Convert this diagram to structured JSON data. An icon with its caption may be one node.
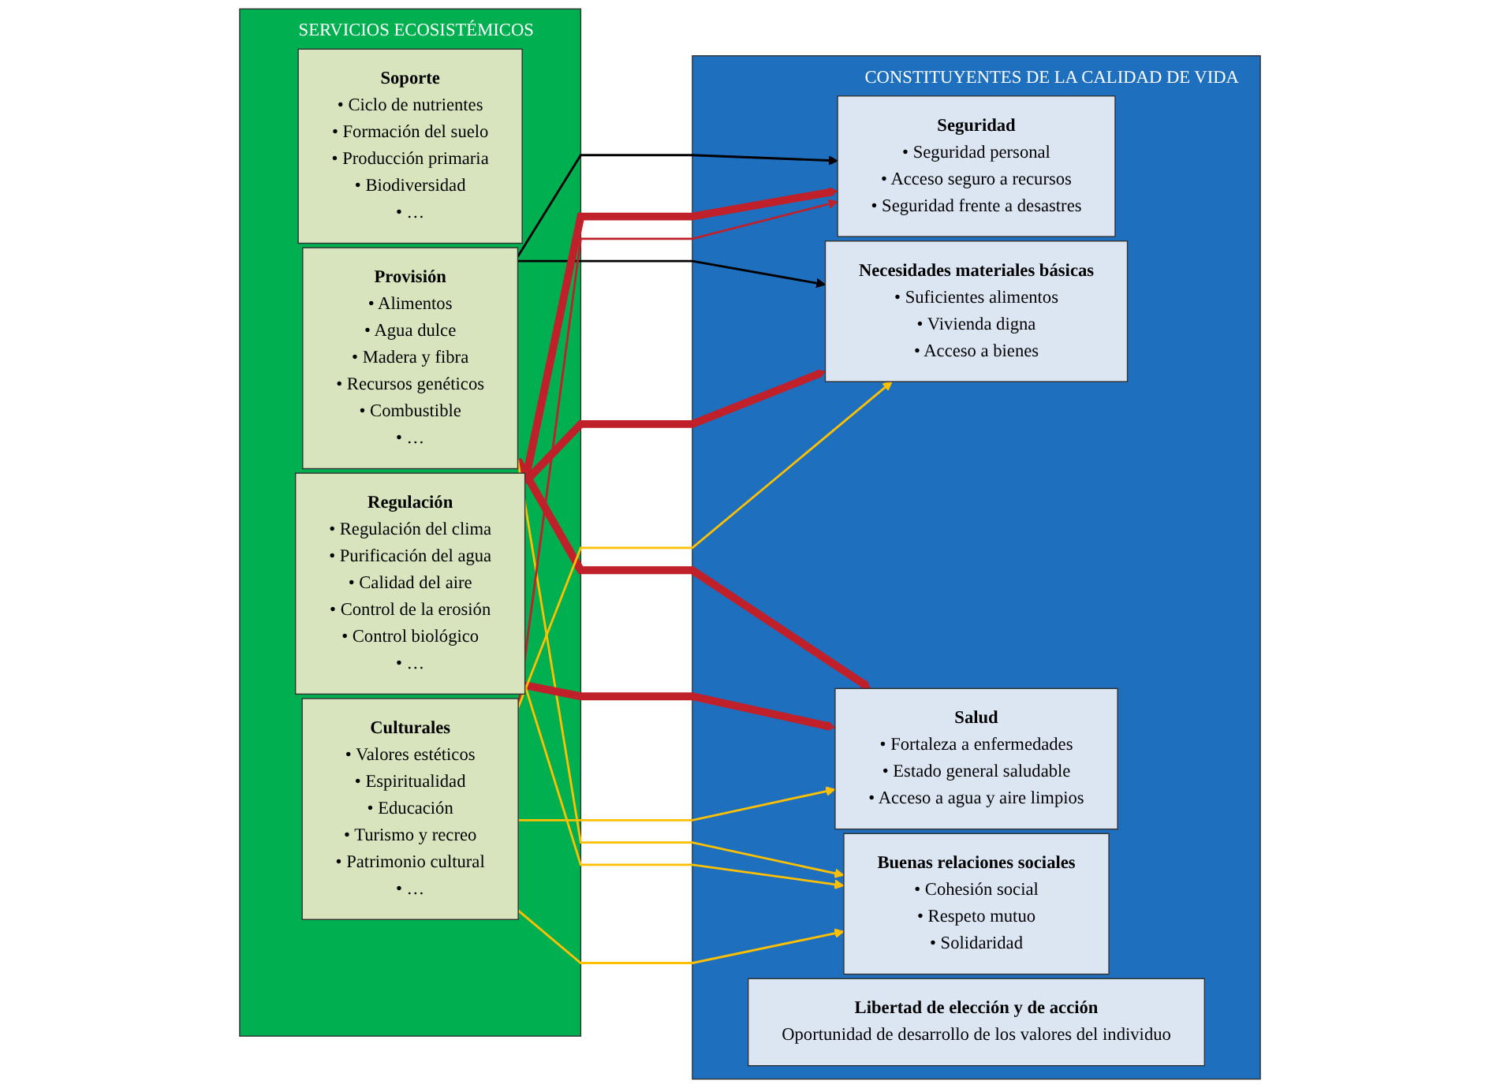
{
  "diagram": {
    "nodes": [
      {
        "text": [
          "SERVICIOS ECOSISTÉMICOS"
        ]
      },
      {
        "text": [
          "Soporte",
          "• Ciclo de nutrientes",
          "• Formación del suelo",
          "• Producción primaria",
          "• Biodiversidad",
          "• …"
        ],
        "in": 0
      },
      {
        "text": [
          "Provisión",
          "• Alimentos",
          "• Agua dulce",
          "• Madera y fibra",
          "• Recursos genéticos",
          "• Combustible",
          "• …"
        ],
        "in": 0
      },
      {
        "text": [
          "Regulación",
          "• Regulación del clima",
          "• Purificación del agua",
          "• Calidad del aire",
          "• Control de la erosión",
          "• Control biológico",
          "• …"
        ],
        "in": 0
      },
      {
        "text": [
          "Culturales",
          "• Valores estéticos",
          "• Espiritualidad",
          "• Educación",
          "• Turismo y recreo",
          "• Patrimonio cultural",
          "• …"
        ],
        "in": 0
      },
      {
        "text": [
          "CONSTITUYENTES DE LA CALIDAD DE VIDA"
        ]
      },
      {
        "text": [
          "Seguridad",
          "• Seguridad personal",
          "• Acceso seguro a recursos",
          "• Seguridad frente a desastres"
        ],
        "in": 5
      },
      {
        "text": [
          "Necesidades materiales básicas",
          "• Suficientes alimentos",
          "• Vivienda digna",
          "• Acceso a bienes"
        ],
        "in": 5
      },
      {
        "text": [
          "Salud",
          "• Fortaleza a enfermedades",
          "• Estado general saludable",
          "• Acceso a agua y aire limpios"
        ],
        "in": 5
      },
      {
        "text": [
          "Buenas relaciones sociales",
          "• Cohesión social",
          "• Respeto mutuo",
          "• Solidaridad"
        ],
        "in": 5
      },
      {
        "text": [
          "Libertad de elección y de acción",
          "Oportunidad de desarrollo de los valores del individuo"
        ],
        "in": 5
      }
    ],
    "edges": [
      {
        "from": 2,
        "to": 6,
        "arrow": "to",
        "color": "#000000"
      },
      {
        "from": 2,
        "to": 7,
        "arrow": "to",
        "color": "#000000"
      },
      {
        "from": 2,
        "to": 8,
        "arrow": "to",
        "style": "thick",
        "color": "#c0202a"
      },
      {
        "from": 2,
        "to": 9,
        "arrow": "to",
        "color": "#ffc000"
      },
      {
        "from": 3,
        "to": 6,
        "arrow": "to",
        "style": "thick",
        "color": "#c0202a"
      },
      {
        "from": 3,
        "to": 7,
        "arrow": "to",
        "style": "thick",
        "color": "#c0202a"
      },
      {
        "from": 3,
        "to": 8,
        "arrow": "to",
        "style": "thick",
        "color": "#c0202a"
      },
      {
        "from": 3,
        "to": 9,
        "arrow": "to",
        "color": "#ffc000"
      },
      {
        "from": 4,
        "to": 6,
        "arrow": "to",
        "color": "#c0202a"
      },
      {
        "from": 4,
        "to": 7,
        "arrow": "to",
        "color": "#ffc000"
      },
      {
        "from": 4,
        "to": 8,
        "arrow": "to",
        "color": "#ffc000"
      },
      {
        "from": 4,
        "to": 9,
        "arrow": "to",
        "color": "#ffc000"
      }
    ]
  }
}
